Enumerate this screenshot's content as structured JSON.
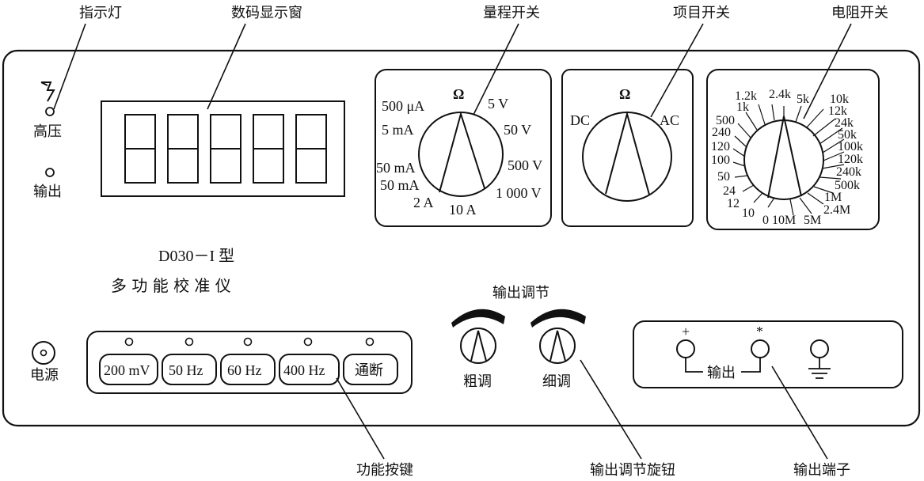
{
  "callouts": {
    "indicator_light": "指示灯",
    "digital_window": "数码显示窗",
    "range_switch": "量程开关",
    "item_switch": "项目开关",
    "resistance_switch": "电阻开关",
    "function_keys": "功能按键",
    "output_knob": "输出调节旋钮",
    "output_terminal": "输出端子"
  },
  "panel": {
    "high_voltage": "高压",
    "output_led": "输出",
    "model": "D030－I 型",
    "name": "多 功 能 校 准 仪",
    "power": "电源",
    "output_adjust": "输出调节",
    "coarse": "粗调",
    "fine": "细调",
    "output_terminal_label": "输出",
    "plus_mark": "+",
    "star_mark": "*"
  },
  "range_dial": {
    "labels": [
      "Ω",
      "5 V",
      "50 V",
      "500 V",
      "1 000 V",
      "10 A",
      "2 A",
      "50 mA",
      "50 mA",
      "5 mA",
      "500 μA"
    ]
  },
  "item_dial": {
    "labels": [
      "Ω",
      "DC",
      "AC"
    ]
  },
  "resistance_dial": {
    "labels": [
      "1.2k",
      "2.4k",
      "5k",
      "10k",
      "1k",
      "12k",
      "500",
      "24k",
      "240",
      "50k",
      "120",
      "100k",
      "100",
      "120k",
      "50",
      "240k",
      "500k",
      "24",
      "1M",
      "12",
      "2.4M",
      "10",
      "0",
      "10M",
      "5M"
    ]
  },
  "function_buttons": [
    "200 mV",
    "50 Hz",
    "60 Hz",
    "400 Hz",
    "通断"
  ],
  "colors": {
    "line": "#111111",
    "background": "#ffffff"
  }
}
